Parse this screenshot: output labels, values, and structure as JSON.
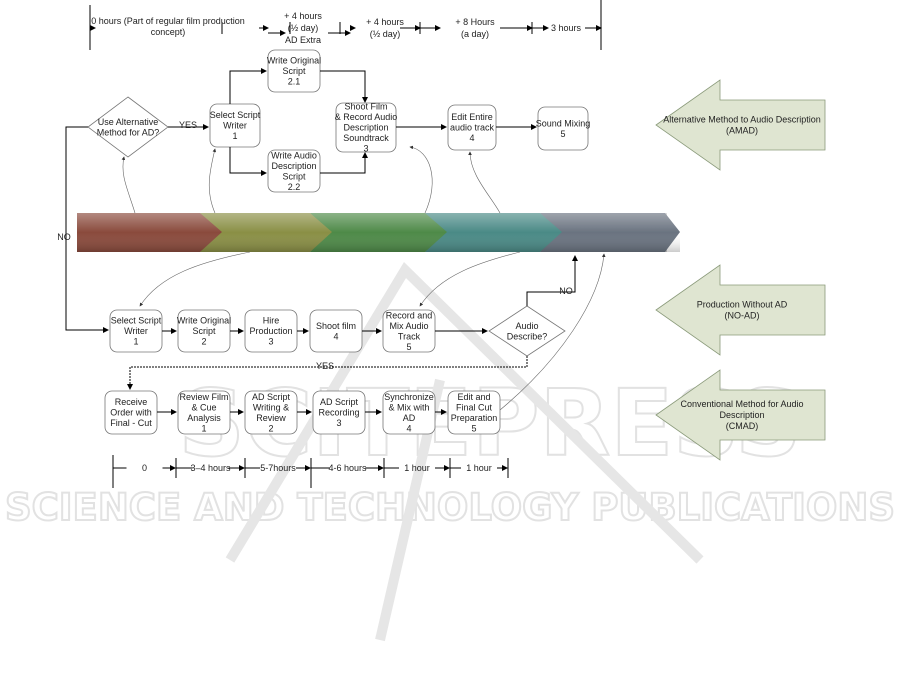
{
  "watermark": {
    "title": "SCITEPRESS",
    "subtitle": "SCIENCE AND TECHNOLOGY PUBLICATIONS"
  },
  "top_timeline": [
    "0 hours  (Part of regular film production",
    "concept)",
    "+ 4 hours",
    "(½ day)",
    "AD Extra",
    "+ 4 hours",
    "(½ day)",
    "+ 8 Hours",
    "(a day)",
    "3 hours"
  ],
  "amad": {
    "decision": [
      "Use Alternative",
      "Method for AD?"
    ],
    "yes": "YES",
    "no": "NO",
    "steps": [
      {
        "lines": [
          "Select Script",
          "Writer",
          "1"
        ]
      },
      {
        "lines": [
          "Write Original",
          "Script",
          "2.1"
        ]
      },
      {
        "lines": [
          "Write Audio",
          "Description",
          "Script",
          "2.2"
        ]
      },
      {
        "lines": [
          "Shoot Film",
          "& Record Audio",
          "Description",
          "Soundtrack",
          "3"
        ]
      },
      {
        "lines": [
          "Edit Entire",
          "audio track",
          "4"
        ]
      },
      {
        "lines": [
          "Sound Mixing",
          "5"
        ]
      }
    ],
    "label": [
      "Alternative Method to Audio Description",
      "(AMAD)"
    ]
  },
  "noad": {
    "steps": [
      {
        "lines": [
          "Select Script",
          "Writer",
          "1"
        ]
      },
      {
        "lines": [
          "Write Original",
          "Script",
          "2"
        ]
      },
      {
        "lines": [
          "Hire",
          "Production",
          "3"
        ]
      },
      {
        "lines": [
          "Shoot film",
          "4"
        ]
      },
      {
        "lines": [
          "Record and",
          "Mix Audio",
          "Track",
          "5"
        ]
      }
    ],
    "decision": [
      "Audio",
      "Describe?"
    ],
    "no": "NO",
    "yes": "YES",
    "label": [
      "Production Without AD",
      "(NO-AD)"
    ]
  },
  "cmad": {
    "steps": [
      {
        "lines": [
          "Receive",
          "Order with",
          "Final - Cut"
        ]
      },
      {
        "lines": [
          "Review Film",
          "& Cue",
          "Analysis",
          "1"
        ]
      },
      {
        "lines": [
          "AD Script",
          "Writing &",
          "Review",
          "2"
        ]
      },
      {
        "lines": [
          "AD Script",
          "Recording",
          "3"
        ]
      },
      {
        "lines": [
          "Synchronize",
          "& Mix with",
          "AD",
          "4"
        ]
      },
      {
        "lines": [
          "Edit and",
          "Final Cut",
          "Preparation",
          "5"
        ]
      }
    ],
    "label": [
      "Conventional Method for Audio",
      "Description",
      "(CMAD)"
    ]
  },
  "bottom_timeline": [
    "0",
    "3–4 hours",
    "5-7hours",
    "4-6 hours",
    "1 hour",
    "1 hour"
  ],
  "colors": {
    "band": [
      "#8a4a3c",
      "#8a8f45",
      "#4e8a48",
      "#4a8a86",
      "#6a7380"
    ],
    "label_arrow": "#dfe5d1"
  }
}
